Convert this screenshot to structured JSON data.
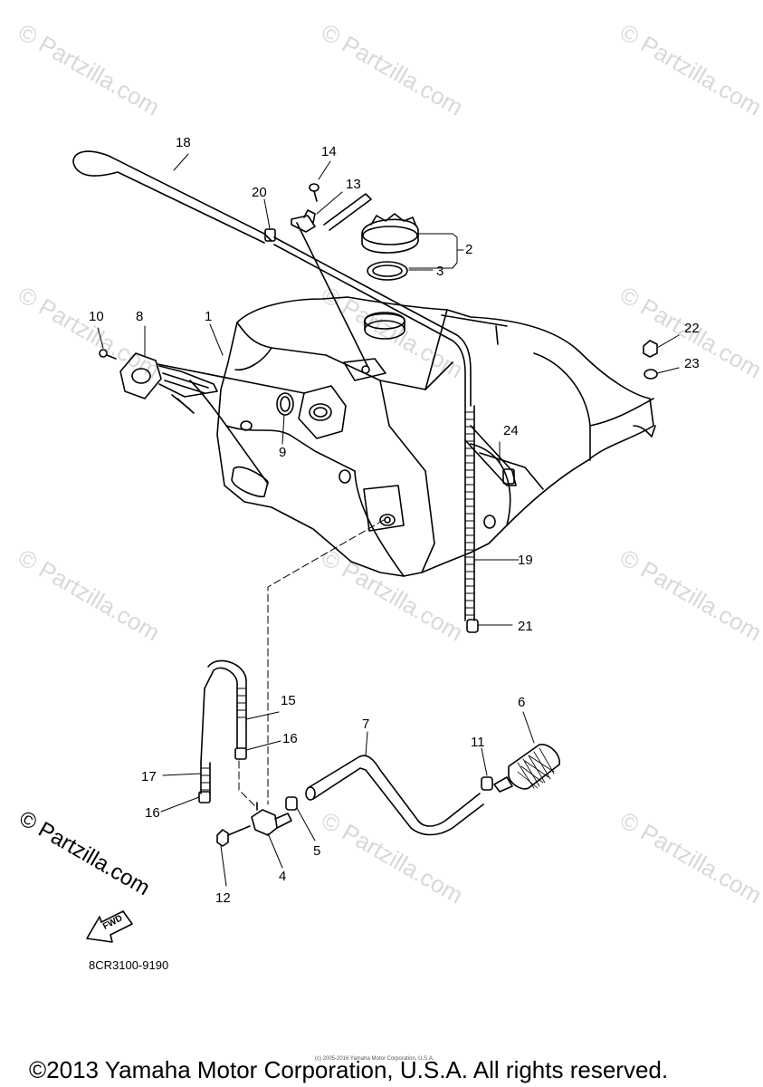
{
  "watermark": "© Partzilla.com",
  "brand_mark": "© Partzilla.com",
  "diagram_code": "8CR3100-9190",
  "fwd_label": "FWD",
  "tiny_copyright": "(c) 2005-2016 Yamaha Motor Corporation, U.S.A.",
  "footer": "©2013 Yamaha Motor Corporation, U.S.A. All rights reserved.",
  "callouts": {
    "c1": "1",
    "c2": "2",
    "c3": "3",
    "c4": "4",
    "c5": "5",
    "c6": "6",
    "c7": "7",
    "c8": "8",
    "c9": "9",
    "c10": "10",
    "c11": "11",
    "c12": "12",
    "c13": "13",
    "c14": "14",
    "c15": "15",
    "c16a": "16",
    "c16b": "16",
    "c17": "17",
    "c18": "18",
    "c19": "19",
    "c20": "20",
    "c21": "21",
    "c22": "22",
    "c23": "23",
    "c24": "24"
  }
}
